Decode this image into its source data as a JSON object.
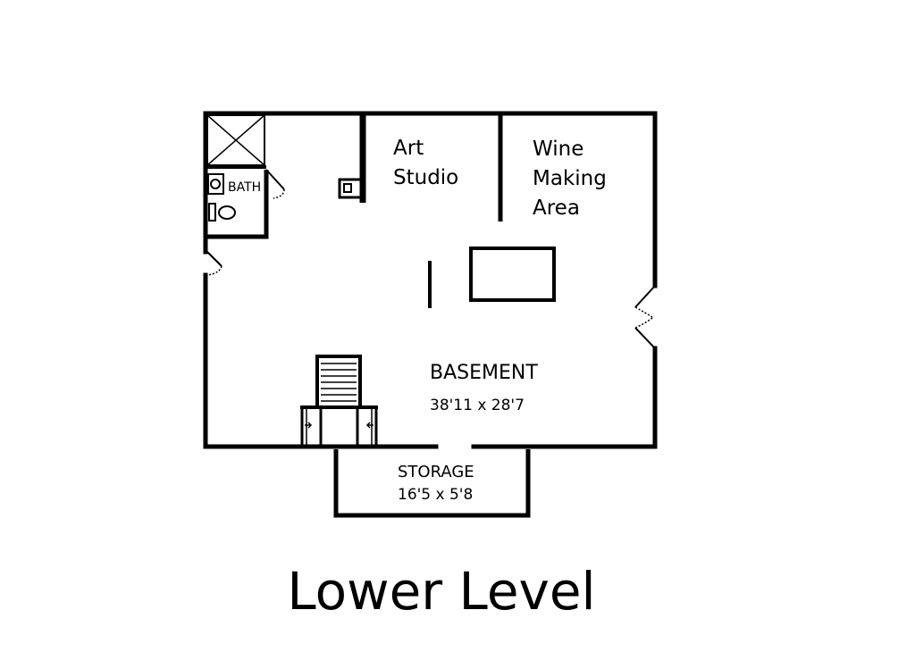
{
  "title": "Lower Level",
  "rooms": {
    "art_studio": {
      "line1": "Art",
      "line2": "Studio"
    },
    "wine_making": {
      "line1": "Wine",
      "line2": "Making",
      "line3": "Area"
    },
    "bath": {
      "name": "BATH"
    },
    "basement": {
      "name": "BASEMENT",
      "dimensions": "38'11 x 28'7"
    },
    "storage": {
      "name": "STORAGE",
      "dimensions": "16'5 x 5'8"
    }
  },
  "colors": {
    "wall": "#000000",
    "background": "#ffffff"
  }
}
